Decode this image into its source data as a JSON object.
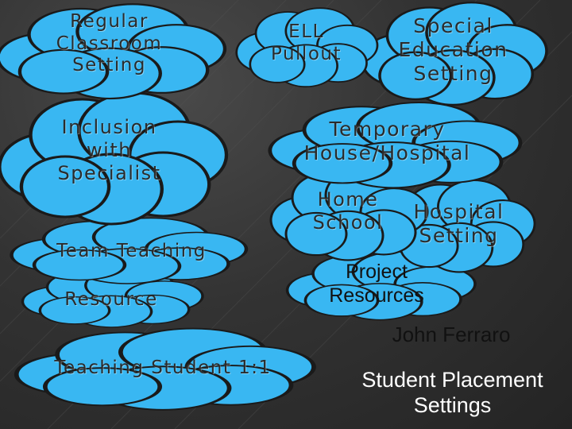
{
  "colors": {
    "cloud_fill": "#39b7f2",
    "cloud_stroke": "#1a1a1a",
    "background": "#333333"
  },
  "clouds": {
    "regular_classroom": "Regular\nClassroom\nSetting",
    "ell_pullout": "ELL\nPullout",
    "special_education": "Special\nEducation\nSetting",
    "inclusion": "Inclusion\nwith\nSpecialist",
    "temporary_house": "Temporary\nHouse/Hospital",
    "team_teaching": "Team Teaching",
    "home_school": "Home\nSchool",
    "hospital_setting": "Hospital\nSetting",
    "resource": "Resource",
    "project_resources": "Project\nResources",
    "teaching_one_to_one": "Teaching Student 1:1"
  },
  "author": "John Ferraro",
  "footer_title": "Student Placement\nSettings"
}
